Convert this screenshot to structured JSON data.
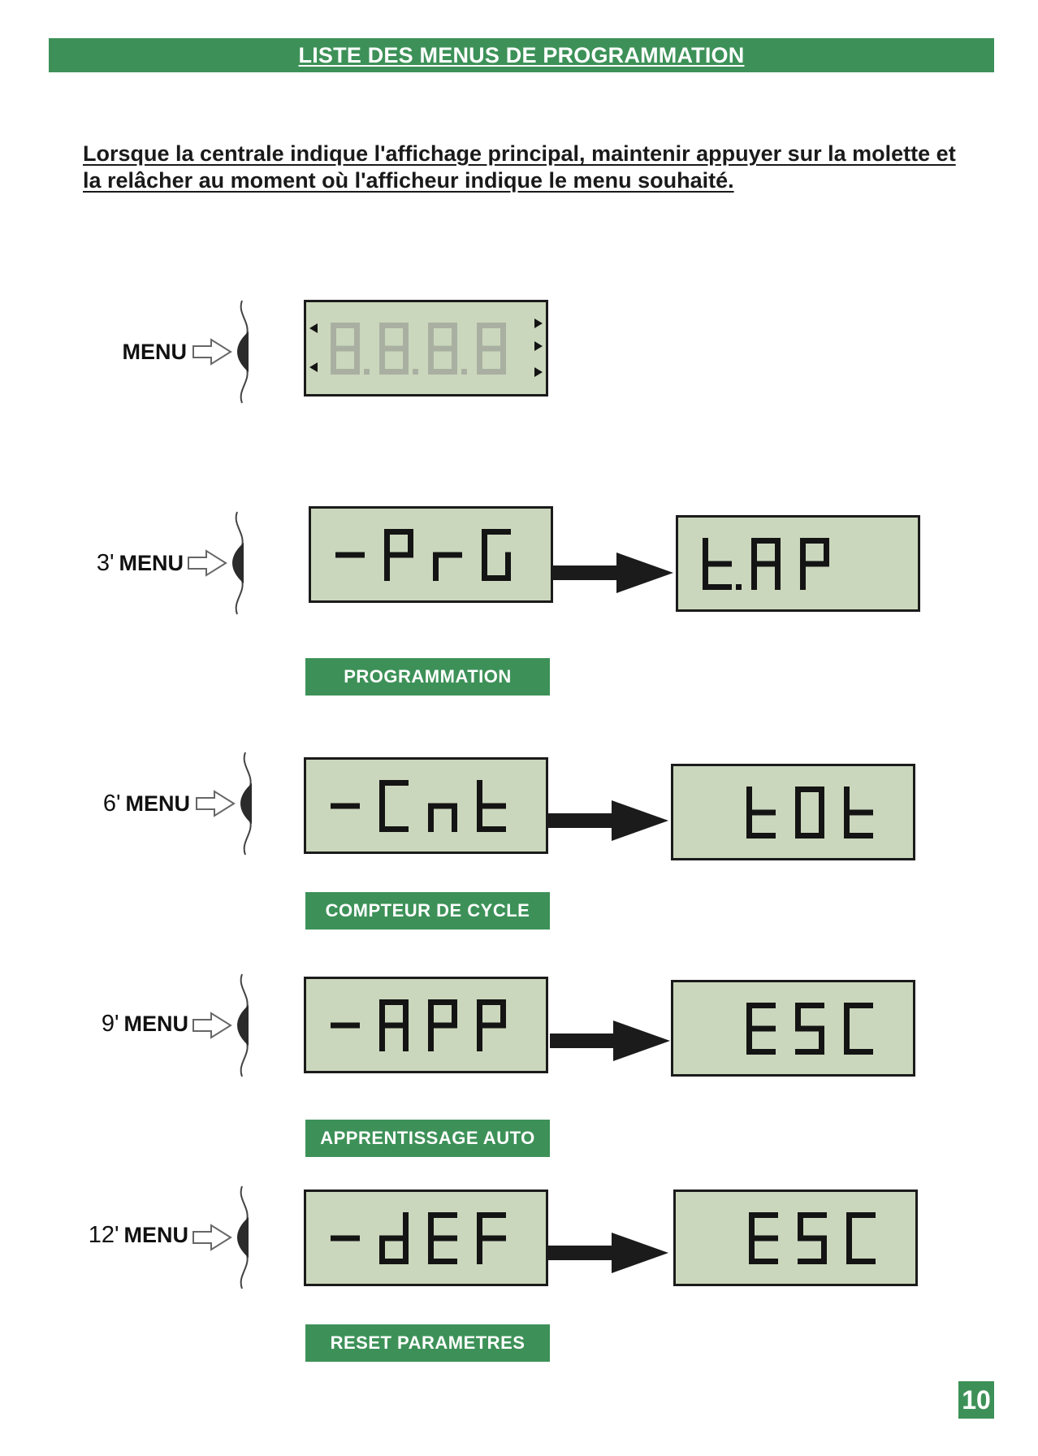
{
  "header": {
    "title": "LISTE DES MENUS DE PROGRAMMATION"
  },
  "intro": "Lorsque la centrale indique l'affichage principal, maintenir appuyer sur la molette et la relâcher au moment où l'afficheur indique le menu souhaité.",
  "rows": [
    {
      "time": "",
      "menu": "MENU",
      "display_from": "8.8.8.8",
      "display_to": "",
      "label": ""
    },
    {
      "time": "3'",
      "menu": "MENU",
      "display_from": "-PrG",
      "display_to": "t.AP",
      "label": "PROGRAMMATION"
    },
    {
      "time": "6'",
      "menu": "MENU",
      "display_from": "-Cnt",
      "display_to": "tOt",
      "label": "COMPTEUR DE CYCLE"
    },
    {
      "time": "9'",
      "menu": "MENU",
      "display_from": "-APP",
      "display_to": "ESC",
      "label": "APPRENTISSAGE AUTO"
    },
    {
      "time": "12'",
      "menu": "MENU",
      "display_from": "-dEF",
      "display_to": "ESC",
      "label": "RESET PARAMETRES"
    }
  ],
  "page_number": "10",
  "colors": {
    "accent_green": "#3d9158",
    "lcd_bg": "#cbd7bc"
  }
}
